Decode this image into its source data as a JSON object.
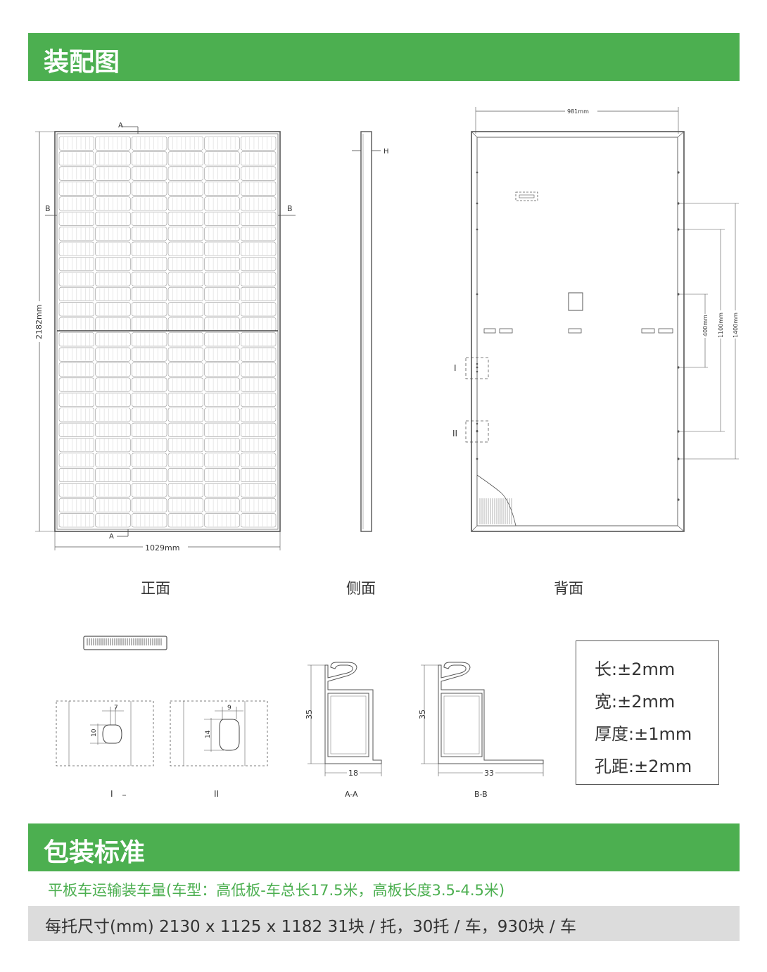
{
  "headers": {
    "assembly": "装配图",
    "packaging": "包装标准"
  },
  "views": {
    "front": "正面",
    "side": "侧面",
    "back": "背面"
  },
  "dimensions": {
    "width": "1029mm",
    "height": "2182mm",
    "back_width": "981mm",
    "hole_400": "400mm",
    "hole_1100": "1100mm",
    "hole_1400": "1400mm"
  },
  "markers": {
    "a": "A",
    "b": "B",
    "h": "H",
    "i": "I",
    "ii": "II"
  },
  "details": {
    "d1_w": "7",
    "d1_h": "10",
    "d2_w": "9",
    "d2_h": "14",
    "d1_label": "I",
    "d2_label": "II",
    "aa_height": "35",
    "aa_width": "18",
    "aa_label": "A-A",
    "bb_height": "35",
    "bb_width": "33",
    "bb_label": "B-B"
  },
  "tolerances": [
    "长:±2mm",
    "宽:±2mm",
    "厚度:±1mm",
    "孔距:±2mm"
  ],
  "packaging": {
    "transport": "平板车运输装车量(车型：高低板-车总长17.5米，高板长度3.5-4.5米)",
    "pallet": "每托尺寸(mm) 2130 x 1125 x 1182   31块 / 托，30托 / 车，930块 / 车"
  },
  "colors": {
    "green": "#4caf50",
    "gray_row": "#dcdcdc"
  }
}
